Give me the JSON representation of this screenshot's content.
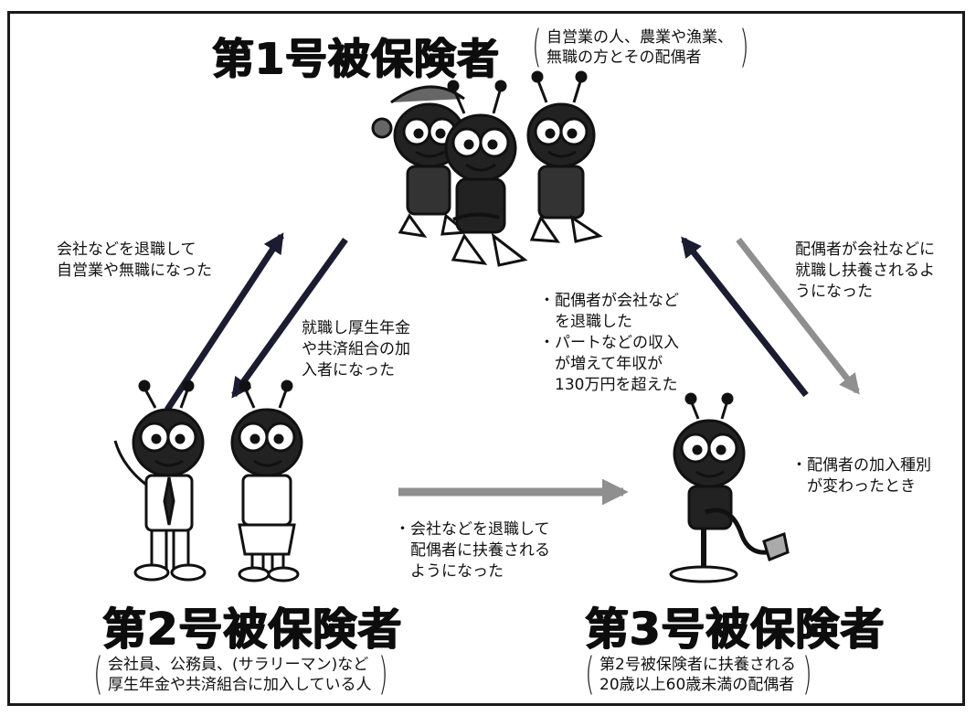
{
  "groups": {
    "first": {
      "title": "第1号被保険者",
      "desc": [
        "自営業の人、農業や漁業、",
        "無職の方とその配偶者"
      ]
    },
    "second": {
      "title": "第2号被保険者",
      "desc": [
        "会社員、公務員、(サラリーマン)など",
        "厚生年金や共済組合に加入している人"
      ]
    },
    "third": {
      "title": "第3号被保険者",
      "desc": [
        "第2号被保険者に扶養される",
        "20歳以上60歳未満の配偶者"
      ]
    }
  },
  "transitions": {
    "second_to_first": [
      "会社などを退職して",
      "自営業や無職になった"
    ],
    "first_to_second": [
      "就職し厚生年金",
      "や共済組合の加",
      "入者になった"
    ],
    "third_to_first": [
      "・配偶者が会社など",
      "　を退職した",
      "・パートなどの収入",
      "　が増えて年収が",
      "　130万円を超えた"
    ],
    "first_to_third": [
      "配偶者が会社などに",
      "就職し扶養されるよ",
      "うになった"
    ],
    "third_changed": [
      "・配偶者の加入種別",
      "　が変わったとき"
    ],
    "second_to_third": [
      "・会社などを退職して",
      "　配偶者に扶養される",
      "　ようになった"
    ]
  },
  "colors": {
    "dark_arrow": "#1c1c30",
    "gray_arrow": "#8f8f8f",
    "ink": "#111111"
  }
}
